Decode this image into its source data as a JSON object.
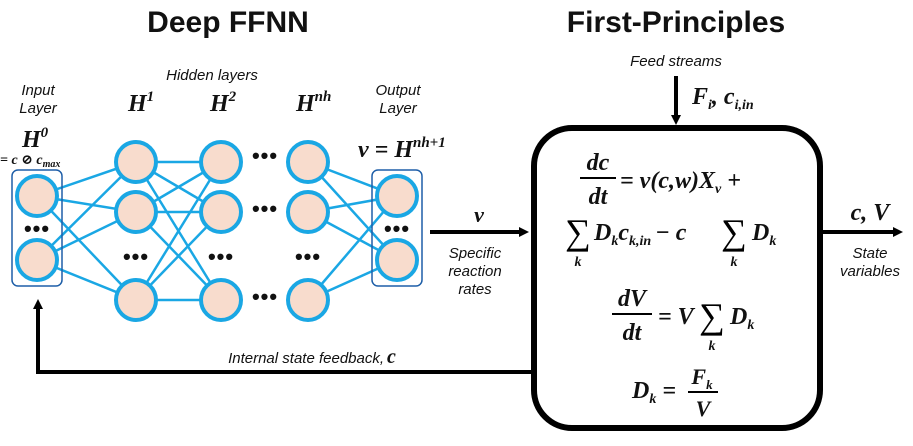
{
  "titles": {
    "left": "Deep FFNN",
    "right": "First-Principles"
  },
  "network": {
    "input_layer_label": [
      "Input",
      "Layer"
    ],
    "hidden_layers_label": "Hidden layers",
    "output_layer_label": [
      "Output",
      "Layer"
    ],
    "input_symbol": "H",
    "input_symbol_sup": "0",
    "input_definition": "= c ⊘ c",
    "input_definition_sub": "max",
    "hidden_symbols": [
      {
        "base": "H",
        "sup": "1"
      },
      {
        "base": "H",
        "sup": "2"
      },
      {
        "base": "H",
        "sup": "nh"
      }
    ],
    "output_equation": "v = H",
    "output_equation_sup": "nh+1",
    "ellipsis": "•••",
    "colors": {
      "node_fill": "#f8dccd",
      "node_stroke": "#1aa7e4",
      "edge": "#1aa7e4",
      "layer_box": "#1f5fa8"
    }
  },
  "model_link": {
    "output_var": "v",
    "output_desc": [
      "Specific",
      "reaction",
      "rates"
    ],
    "feedback_label": "Internal state feedback,",
    "feedback_var": "c"
  },
  "first_principles": {
    "feed_label": "Feed streams",
    "feed_vars": "F",
    "feed_vars_sub_i": "i",
    "feed_vars_c": "c",
    "feed_vars_sub_in": "i,in",
    "state_vars": "c, V",
    "state_desc": [
      "State",
      "variables"
    ],
    "eq1_num": "dc",
    "eq1_den": "dt",
    "eq1_rhs": "= v(c,w)X",
    "eq1_rhs_sub": "v",
    "eq1_plus": "+",
    "eq1_line2_D": "D",
    "eq1_line2_k": "k",
    "eq1_line2_c": "c",
    "eq1_line2_kin": "k,in",
    "eq1_line2_minus": "− c",
    "eq2_num": "dV",
    "eq2_den": "dt",
    "eq2_rhs": "= V",
    "eq3_lhs": "D",
    "eq3_lhs_sub": "k",
    "eq3_eq": "=",
    "eq3_num": "F",
    "eq3_num_sub": "k",
    "eq3_den": "V",
    "sum_symbol": "∑",
    "sum_index": "k"
  }
}
